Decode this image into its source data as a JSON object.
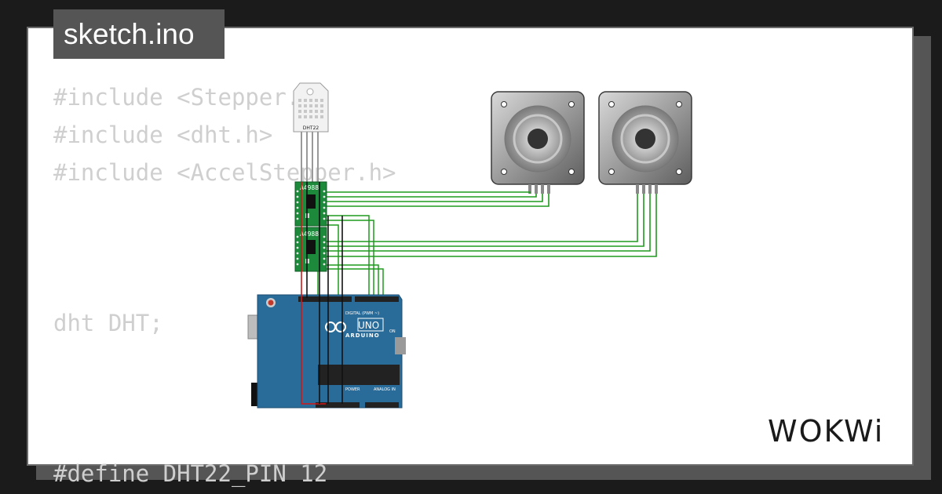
{
  "tab": {
    "filename": "sketch.ino"
  },
  "code_lines": [
    "#include <Stepper.h>",
    "#include <dht.h>",
    "#include <AccelStepper.h>",
    "",
    "",
    "",
    "dht DHT;",
    "",
    "",
    "",
    "#define DHT22_PIN 12"
  ],
  "components": {
    "dht_label": "DHT22",
    "driver_label": "A4988",
    "arduino_brand": "ARDUINO",
    "arduino_model": "UNO",
    "digital_header": "DIGITAL (PWM ~)",
    "analog_header": "ANALOG IN",
    "power_header": "POWER",
    "on_label": "ON"
  },
  "brand": {
    "logo": "WOKWi"
  },
  "colors": {
    "background": "#1b1b1b",
    "card": "#ffffff",
    "tab": "#555555",
    "code": "#cfcfcf",
    "wire_green": "#1f9a1f",
    "wire_red": "#d01818",
    "wire_black": "#111111",
    "arduino_blue": "#2a6c99",
    "driver_green": "#1c8a3a"
  }
}
